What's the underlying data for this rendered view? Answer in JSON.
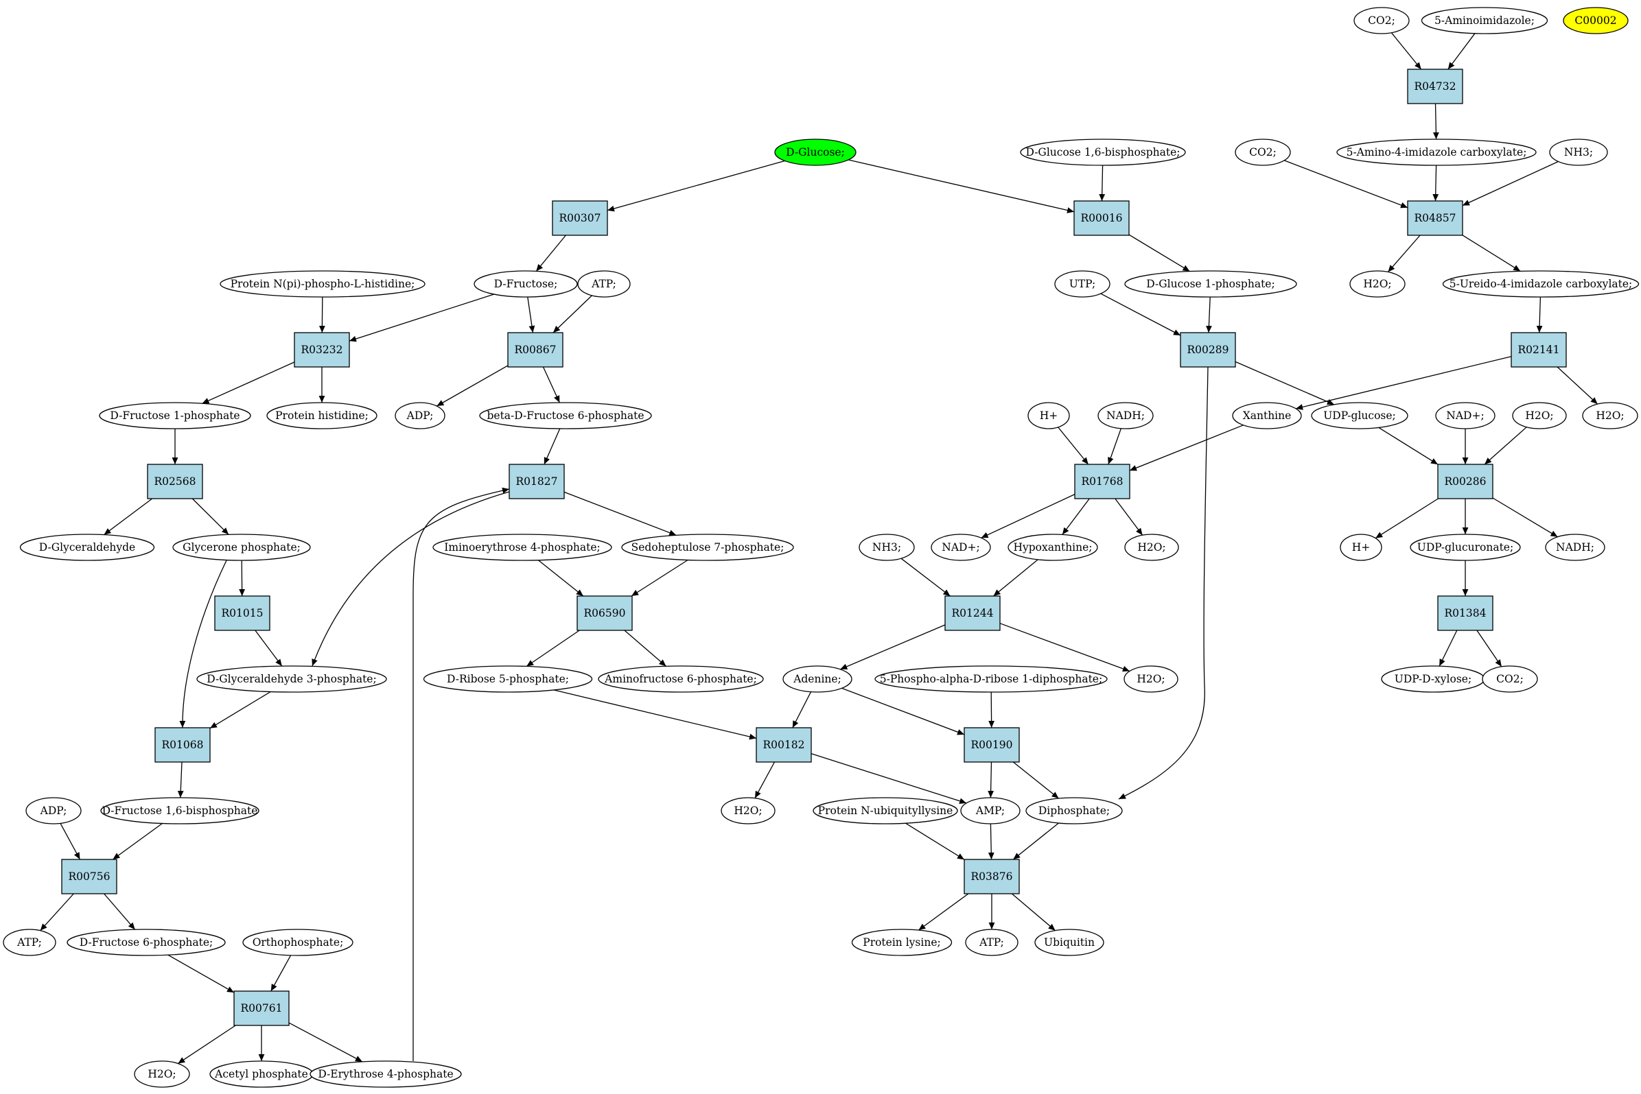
{
  "colors": {
    "reaction_fill": "#add8e6",
    "compound_fill": "#ffffff",
    "start_fill": "#00ff00",
    "target_fill": "#ffff00",
    "line": "#000000"
  },
  "compounds": [
    {
      "id": "c_dglucose",
      "label": "D-Glucose;",
      "highlight": "start"
    },
    {
      "id": "c_c00002",
      "label": "C00002",
      "highlight": "target"
    },
    {
      "id": "c_co2_top",
      "label": "CO2;"
    },
    {
      "id": "c_5aminoimidazole",
      "label": "5-Aminoimidazole;"
    },
    {
      "id": "c_5amino4imid",
      "label": "5-Amino-4-imidazole carboxylate;"
    },
    {
      "id": "c_co2_2",
      "label": "CO2;"
    },
    {
      "id": "c_nh3_top",
      "label": "NH3;"
    },
    {
      "id": "c_h2o_r04857",
      "label": "H2O;"
    },
    {
      "id": "c_5ureido",
      "label": "5-Ureido-4-imidazole carboxylate;"
    },
    {
      "id": "c_dglucose16bp",
      "label": "D-Glucose 1,6-bisphosphate;"
    },
    {
      "id": "c_dglucose1p",
      "label": "D-Glucose 1-phosphate;"
    },
    {
      "id": "c_utp",
      "label": "UTP;"
    },
    {
      "id": "c_protein_nphospho",
      "label": "Protein N(pi)-phospho-L-histidine;"
    },
    {
      "id": "c_dfructose",
      "label": "D-Fructose;"
    },
    {
      "id": "c_atp_top",
      "label": "ATP;"
    },
    {
      "id": "c_dfructose1p",
      "label": "D-Fructose 1-phosphate"
    },
    {
      "id": "c_protein_histidine",
      "label": "Protein histidine;"
    },
    {
      "id": "c_adp_mid",
      "label": "ADP;"
    },
    {
      "id": "c_bdf6p",
      "label": "beta-D-Fructose 6-phosphate"
    },
    {
      "id": "c_xanthine",
      "label": "Xanthine"
    },
    {
      "id": "c_udpglucose",
      "label": "UDP-glucose;"
    },
    {
      "id": "c_hplus_1",
      "label": "H+"
    },
    {
      "id": "c_nadh_1",
      "label": "NADH;"
    },
    {
      "id": "c_nadplus_2",
      "label": "NAD+;"
    },
    {
      "id": "c_h2o_r00286",
      "label": "H2O;"
    },
    {
      "id": "c_h2o_r02141",
      "label": "H2O;"
    },
    {
      "id": "c_dglyceraldehyde",
      "label": "D-Glyceraldehyde"
    },
    {
      "id": "c_glycerone",
      "label": "Glycerone phosphate;"
    },
    {
      "id": "c_iminoerythrose",
      "label": "Iminoerythrose 4-phosphate;"
    },
    {
      "id": "c_sedoheptulose",
      "label": "Sedoheptulose 7-phosphate;"
    },
    {
      "id": "c_nh3_mid",
      "label": "NH3;"
    },
    {
      "id": "c_nadplus_1",
      "label": "NAD+;"
    },
    {
      "id": "c_hypoxanthine",
      "label": "Hypoxanthine;"
    },
    {
      "id": "c_h2o_r01768",
      "label": "H2O;"
    },
    {
      "id": "c_hplus_2",
      "label": "H+"
    },
    {
      "id": "c_udpglucuronate",
      "label": "UDP-glucuronate;"
    },
    {
      "id": "c_nadh_2",
      "label": "NADH;"
    },
    {
      "id": "c_dga3p",
      "label": "D-Glyceraldehyde 3-phosphate;"
    },
    {
      "id": "c_dribose5p",
      "label": "D-Ribose 5-phosphate;"
    },
    {
      "id": "c_aminofructose",
      "label": "Aminofructose 6-phosphate;"
    },
    {
      "id": "c_adenine",
      "label": "Adenine;"
    },
    {
      "id": "c_prpp",
      "label": "5-Phospho-alpha-D-ribose 1-diphosphate;"
    },
    {
      "id": "c_h2o_r01244",
      "label": "H2O;"
    },
    {
      "id": "c_udpxylose",
      "label": "UDP-D-xylose;"
    },
    {
      "id": "c_co2_r01384",
      "label": "CO2;"
    },
    {
      "id": "c_adp_left",
      "label": "ADP;"
    },
    {
      "id": "c_dfructose16bp",
      "label": "D-Fructose 1,6-bisphosphate"
    },
    {
      "id": "c_h2o_r00182",
      "label": "H2O;"
    },
    {
      "id": "c_protein_nubiq",
      "label": "Protein N-ubiquityllysine"
    },
    {
      "id": "c_amp",
      "label": "AMP;"
    },
    {
      "id": "c_diphosphate",
      "label": "Diphosphate;"
    },
    {
      "id": "c_atp_left",
      "label": "ATP;"
    },
    {
      "id": "c_dfructose6p",
      "label": "D-Fructose 6-phosphate;"
    },
    {
      "id": "c_orthophosphate",
      "label": "Orthophosphate;"
    },
    {
      "id": "c_protein_lysine",
      "label": "Protein lysine;"
    },
    {
      "id": "c_atp_bottom",
      "label": "ATP;"
    },
    {
      "id": "c_ubiquitin",
      "label": "Ubiquitin"
    },
    {
      "id": "c_h2o_r00761",
      "label": "H2O;"
    },
    {
      "id": "c_acetylphosphate",
      "label": "Acetyl phosphate"
    },
    {
      "id": "c_derythrose4p",
      "label": "D-Erythrose 4-phosphate"
    }
  ],
  "reactions": [
    {
      "id": "r_R04732",
      "label": "R04732"
    },
    {
      "id": "r_R00307",
      "label": "R00307"
    },
    {
      "id": "r_R00016",
      "label": "R00016"
    },
    {
      "id": "r_R04857",
      "label": "R04857"
    },
    {
      "id": "r_R03232",
      "label": "R03232"
    },
    {
      "id": "r_R00867",
      "label": "R00867"
    },
    {
      "id": "r_R00289",
      "label": "R00289"
    },
    {
      "id": "r_R02141",
      "label": "R02141"
    },
    {
      "id": "r_R02568",
      "label": "R02568"
    },
    {
      "id": "r_R01827",
      "label": "R01827"
    },
    {
      "id": "r_R01768",
      "label": "R01768"
    },
    {
      "id": "r_R00286",
      "label": "R00286"
    },
    {
      "id": "r_R01015",
      "label": "R01015"
    },
    {
      "id": "r_R06590",
      "label": "R06590"
    },
    {
      "id": "r_R01244",
      "label": "R01244"
    },
    {
      "id": "r_R01384",
      "label": "R01384"
    },
    {
      "id": "r_R01068",
      "label": "R01068"
    },
    {
      "id": "r_R00182",
      "label": "R00182"
    },
    {
      "id": "r_R00190",
      "label": "R00190"
    },
    {
      "id": "r_R00756",
      "label": "R00756"
    },
    {
      "id": "r_R03876",
      "label": "R03876"
    },
    {
      "id": "r_R00761",
      "label": "R00761"
    }
  ],
  "edges": [
    [
      "c_co2_top",
      "r_R04732"
    ],
    [
      "c_5aminoimidazole",
      "r_R04732"
    ],
    [
      "r_R04732",
      "c_5amino4imid"
    ],
    [
      "c_dglucose",
      "r_R00307"
    ],
    [
      "c_dglucose",
      "r_R00016"
    ],
    [
      "c_dglucose16bp",
      "r_R00016"
    ],
    [
      "r_R00016",
      "c_dglucose1p"
    ],
    [
      "c_co2_2",
      "r_R04857"
    ],
    [
      "c_5amino4imid",
      "r_R04857"
    ],
    [
      "c_nh3_top",
      "r_R04857"
    ],
    [
      "r_R04857",
      "c_h2o_r04857"
    ],
    [
      "r_R04857",
      "c_5ureido"
    ],
    [
      "r_R00307",
      "c_dfructose"
    ],
    [
      "c_protein_nphospho",
      "r_R03232"
    ],
    [
      "c_dfructose",
      "r_R03232"
    ],
    [
      "c_dfructose",
      "r_R00867"
    ],
    [
      "c_atp_top",
      "r_R00867"
    ],
    [
      "c_utp",
      "r_R00289"
    ],
    [
      "c_dglucose1p",
      "r_R00289"
    ],
    [
      "c_5ureido",
      "r_R02141"
    ],
    [
      "r_R03232",
      "c_dfructose1p"
    ],
    [
      "r_R03232",
      "c_protein_histidine"
    ],
    [
      "r_R00867",
      "c_adp_mid"
    ],
    [
      "r_R00867",
      "c_bdf6p"
    ],
    [
      "r_R00289",
      "c_udpglucose"
    ],
    [
      "r_R00289",
      "c_diphosphate"
    ],
    [
      "r_R02141",
      "c_xanthine"
    ],
    [
      "r_R02141",
      "c_h2o_r02141"
    ],
    [
      "c_dfructose1p",
      "r_R02568"
    ],
    [
      "c_bdf6p",
      "r_R01827"
    ],
    [
      "c_hplus_1",
      "r_R01768"
    ],
    [
      "c_nadh_1",
      "r_R01768"
    ],
    [
      "c_xanthine",
      "r_R01768"
    ],
    [
      "c_udpglucose",
      "r_R00286"
    ],
    [
      "c_nadplus_2",
      "r_R00286"
    ],
    [
      "c_h2o_r00286",
      "r_R00286"
    ],
    [
      "r_R02568",
      "c_dglyceraldehyde"
    ],
    [
      "r_R02568",
      "c_glycerone"
    ],
    [
      "r_R01827",
      "c_sedoheptulose"
    ],
    [
      "r_R01827",
      "c_dga3p"
    ],
    [
      "r_R01768",
      "c_nadplus_1"
    ],
    [
      "r_R01768",
      "c_hypoxanthine"
    ],
    [
      "r_R01768",
      "c_h2o_r01768"
    ],
    [
      "r_R00286",
      "c_hplus_2"
    ],
    [
      "r_R00286",
      "c_udpglucuronate"
    ],
    [
      "r_R00286",
      "c_nadh_2"
    ],
    [
      "c_glycerone",
      "r_R01015"
    ],
    [
      "c_glycerone",
      "r_R01068"
    ],
    [
      "c_iminoerythrose",
      "r_R06590"
    ],
    [
      "c_sedoheptulose",
      "r_R06590"
    ],
    [
      "c_nh3_mid",
      "r_R01244"
    ],
    [
      "c_hypoxanthine",
      "r_R01244"
    ],
    [
      "c_udpglucuronate",
      "r_R01384"
    ],
    [
      "r_R01015",
      "c_dga3p"
    ],
    [
      "c_dga3p",
      "r_R01068"
    ],
    [
      "r_R06590",
      "c_dribose5p"
    ],
    [
      "r_R06590",
      "c_aminofructose"
    ],
    [
      "r_R01244",
      "c_adenine"
    ],
    [
      "r_R01244",
      "c_h2o_r01244"
    ],
    [
      "r_R01384",
      "c_udpxylose"
    ],
    [
      "r_R01384",
      "c_co2_r01384"
    ],
    [
      "r_R01068",
      "c_dfructose16bp"
    ],
    [
      "c_dribose5p",
      "r_R00182"
    ],
    [
      "c_adenine",
      "r_R00182"
    ],
    [
      "c_adenine",
      "r_R00190"
    ],
    [
      "c_prpp",
      "r_R00190"
    ],
    [
      "c_adp_left",
      "r_R00756"
    ],
    [
      "c_dfructose16bp",
      "r_R00756"
    ],
    [
      "r_R00182",
      "c_h2o_r00182"
    ],
    [
      "r_R00182",
      "c_amp"
    ],
    [
      "r_R00190",
      "c_amp"
    ],
    [
      "r_R00190",
      "c_diphosphate"
    ],
    [
      "r_R00756",
      "c_atp_left"
    ],
    [
      "r_R00756",
      "c_dfructose6p"
    ],
    [
      "c_protein_nubiq",
      "r_R03876"
    ],
    [
      "c_amp",
      "r_R03876"
    ],
    [
      "c_diphosphate",
      "r_R03876"
    ],
    [
      "c_dfructose6p",
      "r_R00761"
    ],
    [
      "c_orthophosphate",
      "r_R00761"
    ],
    [
      "r_R03876",
      "c_protein_lysine"
    ],
    [
      "r_R03876",
      "c_atp_bottom"
    ],
    [
      "r_R03876",
      "c_ubiquitin"
    ],
    [
      "r_R00761",
      "c_h2o_r00761"
    ],
    [
      "r_R00761",
      "c_acetylphosphate"
    ],
    [
      "r_R00761",
      "c_derythrose4p"
    ],
    [
      "c_derythrose4p",
      "r_R01827"
    ]
  ]
}
